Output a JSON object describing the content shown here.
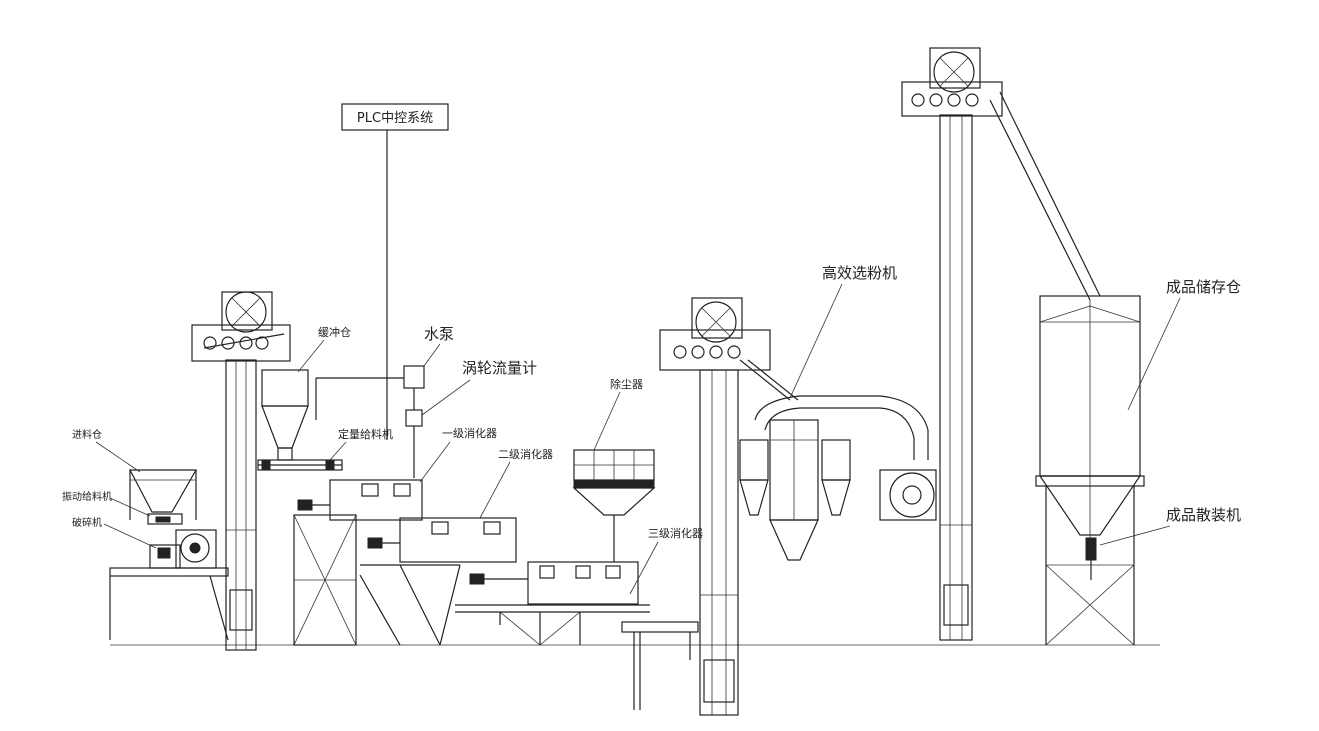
{
  "labels": {
    "plc": "PLC中控系统",
    "water_pump": "水泵",
    "turbine_flowmeter": "涡轮流量计",
    "buffer_bin": "缓冲仓",
    "dosing_feeder": "定量给料机",
    "primary_digester": "一级消化器",
    "secondary_digester": "二级消化器",
    "dust_collector": "除尘器",
    "tertiary_digester": "三级消化器",
    "high_eff_classifier": "高效选粉机",
    "product_silo": "成品储存仓",
    "bulk_loader": "成品散装机",
    "feed_bin": "进料仓",
    "vibrating_feeder": "振动给料机",
    "crusher": "破碎机"
  },
  "colors": {
    "line": "#222222",
    "background": "#ffffff"
  }
}
